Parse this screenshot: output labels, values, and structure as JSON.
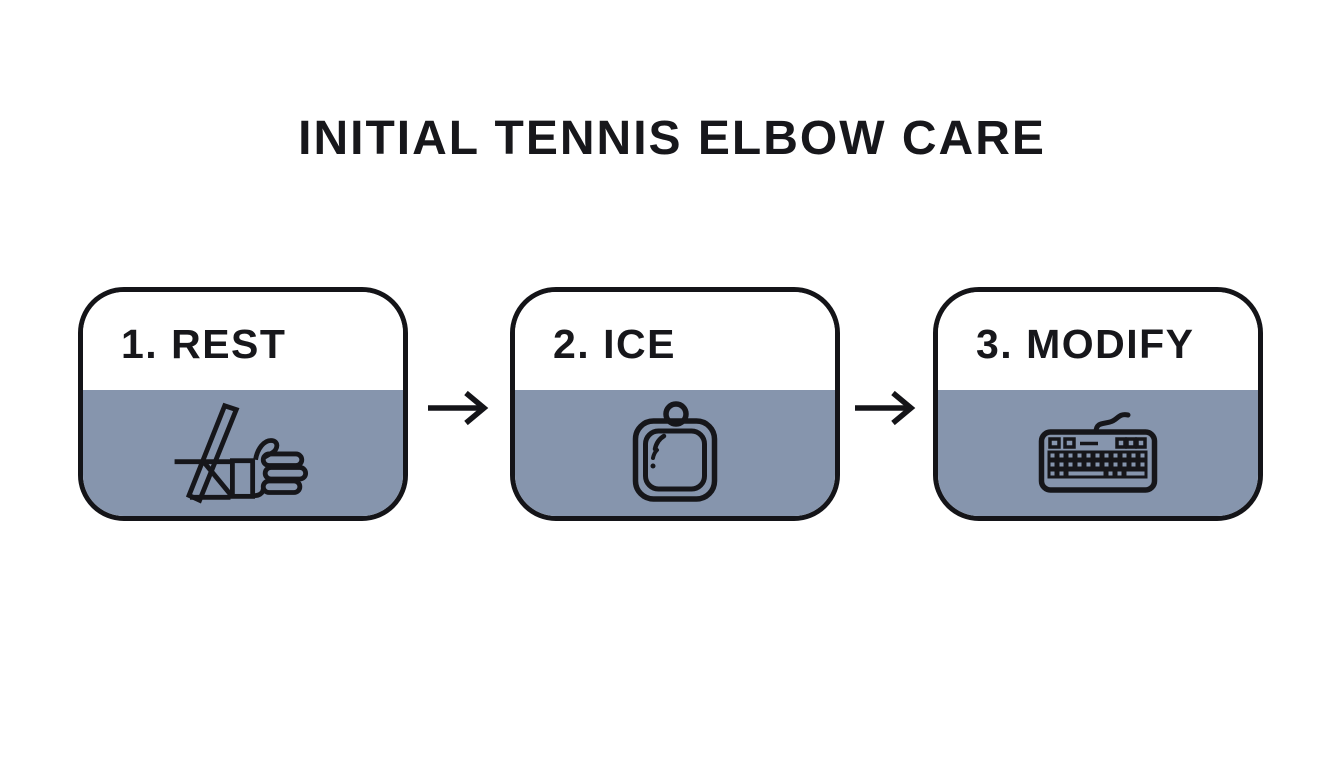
{
  "title": "INITIAL TENNIS ELBOW CARE",
  "colors": {
    "background": "#ffffff",
    "card_border": "#141418",
    "card_header_bg": "#ffffff",
    "card_body_bg": "#8695ad",
    "text": "#17171b",
    "arrow": "#141418",
    "icon_stroke": "#16161a"
  },
  "steps": [
    {
      "label": "1. REST",
      "icon": "arm-splint-icon"
    },
    {
      "label": "2. ICE",
      "icon": "ice-pack-icon"
    },
    {
      "label": "3. MODIFY",
      "icon": "keyboard-icon"
    }
  ],
  "connectors": [
    {
      "icon": "arrow-right-icon"
    },
    {
      "icon": "arrow-right-icon"
    }
  ]
}
